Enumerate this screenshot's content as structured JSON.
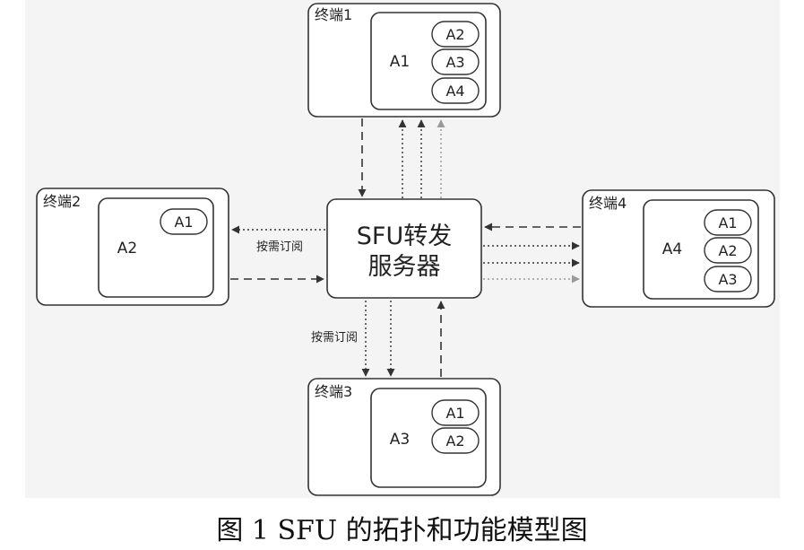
{
  "diagram": {
    "server": {
      "line1": "SFU转发",
      "line2": "服务器"
    },
    "terminals": {
      "t1": {
        "label": "终端1",
        "main": "A1",
        "subs": [
          "A2",
          "A3",
          "A4"
        ]
      },
      "t2": {
        "label": "终端2",
        "main": "A2",
        "subs": [
          "A1"
        ]
      },
      "t3": {
        "label": "终端3",
        "main": "A3",
        "subs": [
          "A1",
          "A2"
        ]
      },
      "t4": {
        "label": "终端4",
        "main": "A4",
        "subs": [
          "A1",
          "A2",
          "A3"
        ]
      }
    },
    "annotations": {
      "left": "按需订阅",
      "bottom": "按需订阅"
    },
    "colors": {
      "background": "#f4f4f4",
      "line": "#333333",
      "arrow_light": "#9a9a9a"
    }
  },
  "caption": "图 1 SFU 的拓扑和功能模型图"
}
